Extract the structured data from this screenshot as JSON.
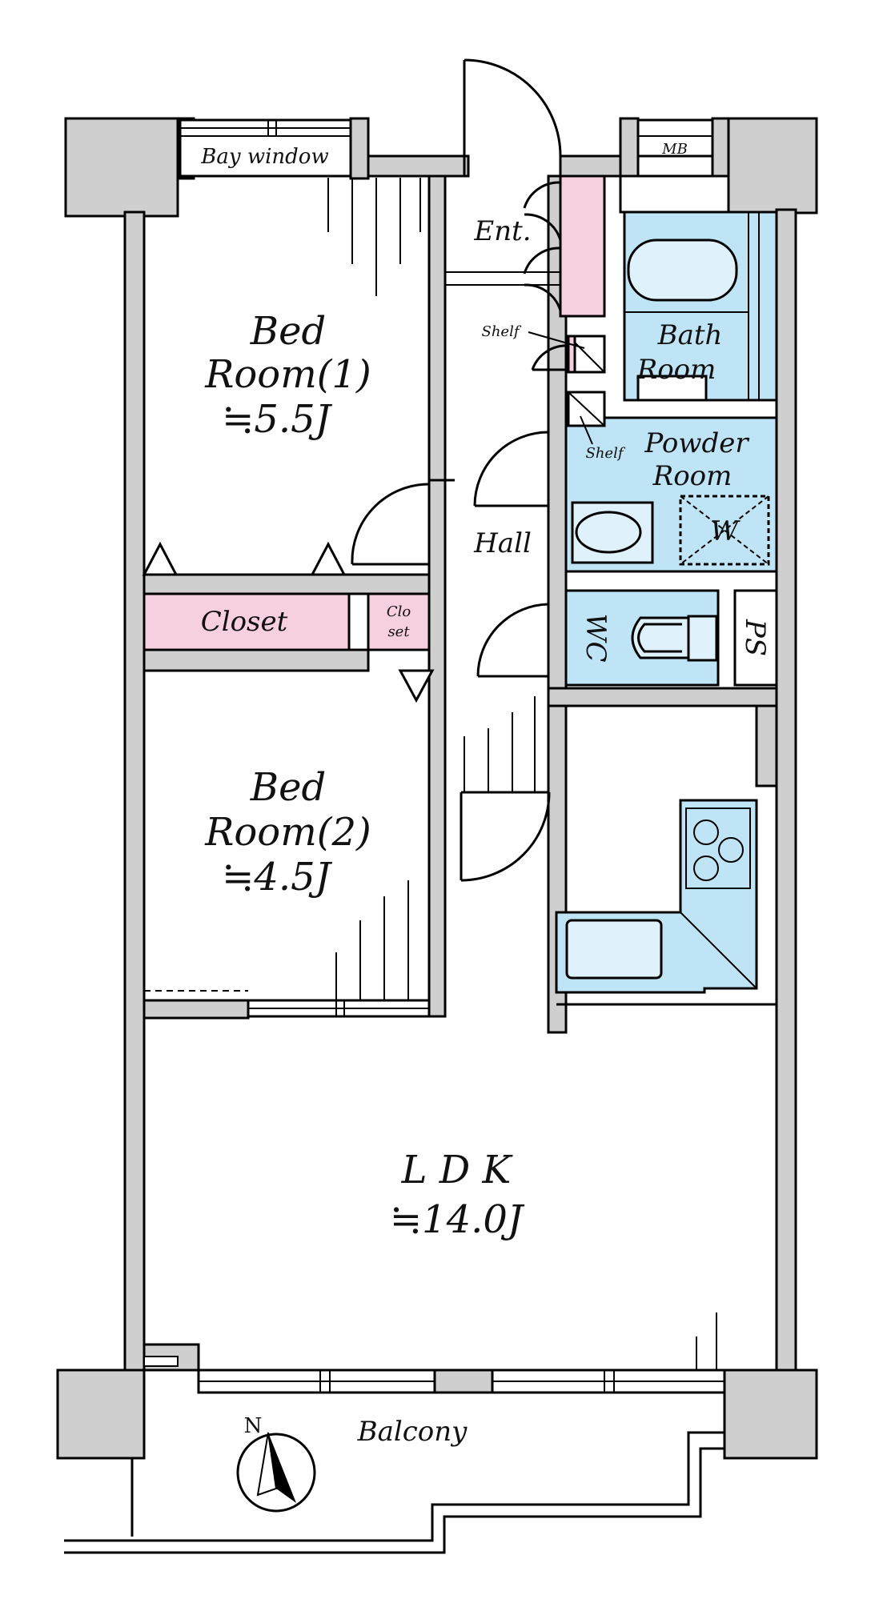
{
  "colors": {
    "wall": "#cfcfcf",
    "pink": "#f6cfe0",
    "blue": "#bfe4f6",
    "line": "#000000"
  },
  "labels": {
    "bay_window": "Bay window",
    "mb": "MB",
    "entrance": "Ent.",
    "shelf_top": "Shelf",
    "shelf_powder": "Shelf",
    "bath_room_1": "Bath",
    "bath_room_2": "Room",
    "powder_room_1": "Powder",
    "powder_room_2": "Room",
    "washer": "W",
    "hall": "Hall",
    "wc": "WC",
    "ps": "PS",
    "closet": "Closet",
    "closet_small_1": "Clo",
    "closet_small_2": "set",
    "bedroom1_line1": "Bed",
    "bedroom1_line2": "Room(1)",
    "bedroom1_size": "≒5.5J",
    "bedroom2_line1": "Bed",
    "bedroom2_line2": "Room(2)",
    "bedroom2_size": "≒4.5J",
    "ldk_name": "L D K",
    "ldk_size": "≒14.0J",
    "balcony": "Balcony",
    "north": "N"
  },
  "icons": {
    "compass": "compass-icon",
    "bathtub": "bathtub-icon",
    "sink": "sink-icon",
    "toilet": "toilet-icon",
    "stove": "stove-icon",
    "kitchen_sink": "kitchen-sink-icon",
    "washer": "washing-machine-icon"
  }
}
